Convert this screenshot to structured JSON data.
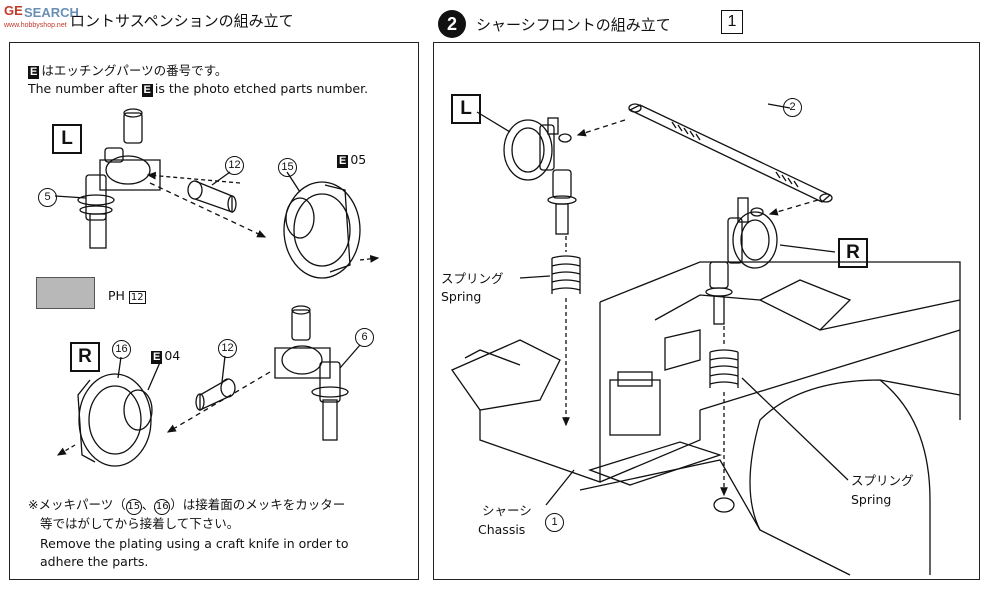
{
  "watermark": {
    "logo_text": "GE",
    "search_text": "SEARCH",
    "site_small": "www.hobbyshop.net"
  },
  "left": {
    "title": "ロントサスペンションの組み立て",
    "note_jp": "はエッチングパーツの番号です。",
    "note_en_prefix": "The number after",
    "note_en_suffix": "is the photo etched parts  number.",
    "e_badge": "E",
    "L": "L",
    "R": "R",
    "part5": "5",
    "part12a": "12",
    "part15": "15",
    "e05": "05",
    "ph_label": "PH",
    "ph_num": "12",
    "part16": "16",
    "e04": "04",
    "part12b": "12",
    "part6": "6",
    "foot_jp1_a": "※メッキパーツ（",
    "foot_jp1_b": "、",
    "foot_jp1_c": "）は接着面のメッキをカッター",
    "foot_n1": "15",
    "foot_n2": "16",
    "foot_jp2": "等ではがしてから接着して下さい。",
    "foot_en1": "Remove the plating using a craft knife in order to",
    "foot_en2": "adhere the parts."
  },
  "right": {
    "step": "2",
    "title": "シャーシフロントの組み立て",
    "box_num": "1",
    "L": "L",
    "R": "R",
    "part2": "2",
    "spring_jp": "スプリング",
    "spring_en": "Spring",
    "spring2_jp": "スプリング",
    "spring2_en": "Spring",
    "chassis_jp": "シャーシ",
    "chassis_en": "Chassis",
    "part1": "1"
  },
  "colors": {
    "line": "#111111",
    "gray_swatch": "#b8b8b8"
  }
}
